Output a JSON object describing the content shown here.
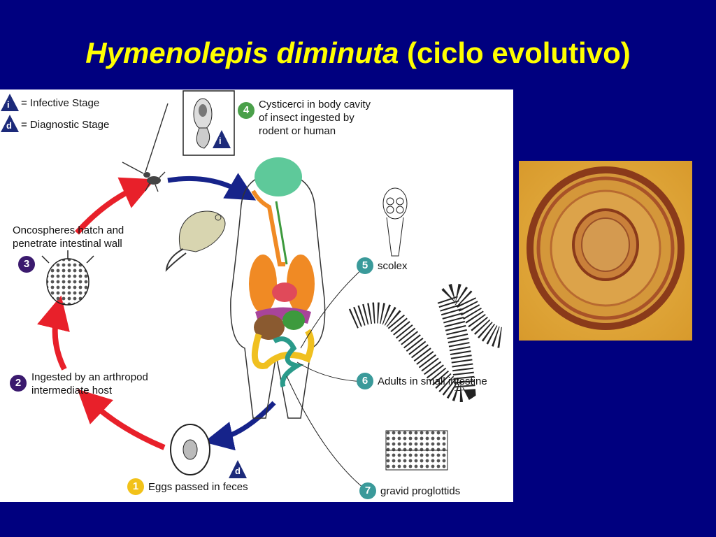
{
  "slide": {
    "title_italic": "Hymenolepis diminuta",
    "title_rest": " (ciclo evolutivo)"
  },
  "legend": {
    "infective_symbol": "i",
    "infective_text": "= Infective Stage",
    "diagnostic_symbol": "d",
    "diagnostic_text": "= Diagnostic Stage"
  },
  "stages": [
    {
      "number": "1",
      "text": "Eggs passed in feces"
    },
    {
      "number": "2",
      "text_line1": "Ingested by an arthropod",
      "text_line2": "intermediate host"
    },
    {
      "number": "3",
      "text_line1": "Oncospheres hatch and",
      "text_line2": "penetrate intestinal wall"
    },
    {
      "number": "4",
      "text_line1": "Cysticerci in body cavity",
      "text_line2": "of insect ingested by",
      "text_line3": "rodent or human"
    },
    {
      "number": "5",
      "text": "scolex"
    },
    {
      "number": "6",
      "text": "Adults in small intestine"
    },
    {
      "number": "7",
      "text": "gravid proglottids"
    }
  ],
  "markers": {
    "egg_marker": "d",
    "cysticercus_marker": "i"
  },
  "colors": {
    "background": "#00007f",
    "title": "#ffff00",
    "legend_triangle": "#1c2a7a",
    "stage_badge_1": "#f2c219",
    "stage_badge_purple": "#3b1a6e",
    "stage_badge_green": "#4aa04a",
    "stage_badge_teal": "#3a9a9a",
    "arrow_red": "#e8202a",
    "arrow_blue": "#16238a"
  }
}
